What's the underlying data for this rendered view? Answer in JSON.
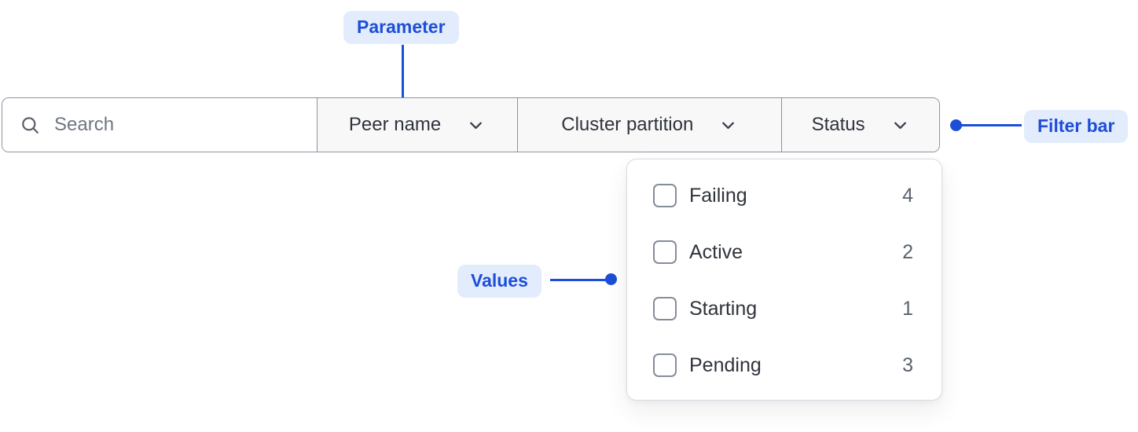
{
  "annotations": {
    "parameter_label": "Parameter",
    "filter_bar_label": "Filter bar",
    "values_label": "Values"
  },
  "filter_bar": {
    "search_placeholder": "Search",
    "parameters": [
      {
        "label": "Peer name"
      },
      {
        "label": "Cluster partition"
      },
      {
        "label": "Status"
      }
    ]
  },
  "status_dropdown": {
    "options": [
      {
        "label": "Failing",
        "count": "4",
        "checked": false
      },
      {
        "label": "Active",
        "count": "2",
        "checked": false
      },
      {
        "label": "Starting",
        "count": "1",
        "checked": false
      },
      {
        "label": "Pending",
        "count": "3",
        "checked": false
      }
    ]
  },
  "icons": {
    "search": "magnifying-glass",
    "dropdown": "chevron-down"
  },
  "colors": {
    "annotation_blue": "#1d4ed8",
    "annotation_badge_bg": "#e3ecfc",
    "bar_border": "#8b93a1",
    "section_bg": "#f8f8f9",
    "label_text": "#2f333b",
    "count_text": "#5a616d"
  }
}
